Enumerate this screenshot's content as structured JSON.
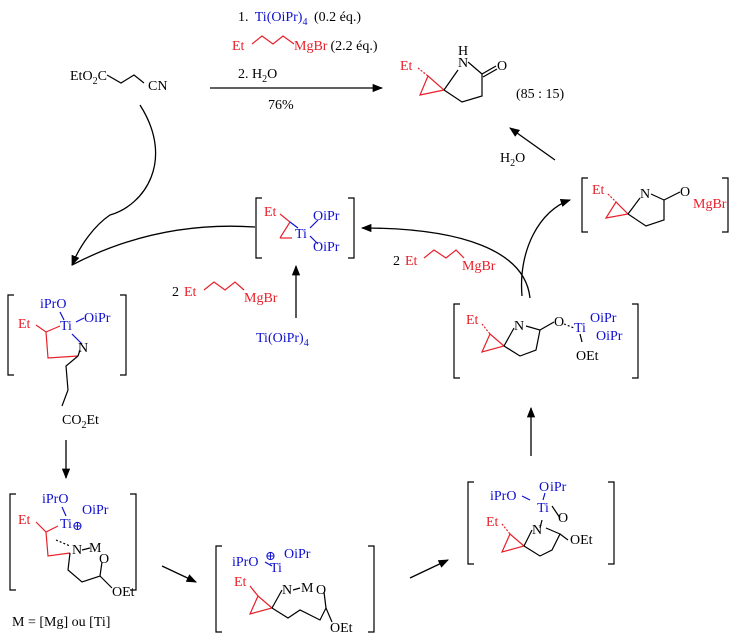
{
  "reagents": {
    "step1_num": "1.",
    "step1_reagent": "Ti(OiPr)",
    "step1_sub": "4",
    "step1_eq": "(0.2 éq.)",
    "step1b_grignard": "Et",
    "step1b_mg": "MgBr",
    "step1b_eq": "(2.2 éq.)",
    "step2": "2. H",
    "step2_sub": "2",
    "step2_o": "O",
    "yield": "76%"
  },
  "start": {
    "label": "EtO",
    "sub": "2",
    "c": "C",
    "cn": "CN"
  },
  "product": {
    "et": "Et",
    "n": "N",
    "h": "H",
    "o": "O",
    "ratio": "(85 : 15)"
  },
  "hydrolysis": {
    "h": "H",
    "sub": "2",
    "o": "O"
  },
  "titanacycle": {
    "et": "Et",
    "ti": "Ti",
    "o1": "OiPr",
    "o2": "OiPr"
  },
  "grignard_left": {
    "two": "2",
    "et": "Et",
    "mg": "MgBr"
  },
  "grignard_right": {
    "two": "2",
    "et": "Et",
    "mg": "MgBr"
  },
  "ti_reagent": {
    "label": "Ti(OiPr)",
    "sub": "4"
  },
  "imine_ti": {
    "ipro": "iPrO",
    "ti": "Ti",
    "oipr": "OiPr",
    "et": "Et",
    "n": "N",
    "ester": "CO",
    "sub": "2",
    "et2": "Et"
  },
  "complex_m": {
    "ipro": "iPrO",
    "oipr": "OiPr",
    "ti": "Ti",
    "plus": "⊕",
    "n": "N",
    "m": "M",
    "et": "Et",
    "o": "O",
    "oet": "OEt"
  },
  "m_def": "M = [Mg] ou [Ti]",
  "spiro_m": {
    "ipro": "iPrO",
    "oipr": "OiPr",
    "ti": "Ti",
    "plus": "⊕",
    "et": "Et",
    "n": "N",
    "m": "M",
    "o": "O",
    "oet": "OEt"
  },
  "tetrahedral": {
    "ipro": "iPrO",
    "o": "O",
    "ipr": "iPr",
    "ti": "Ti",
    "et": "Et",
    "n": "N",
    "o2": "O",
    "oet": "OEt"
  },
  "imidate_ti": {
    "et": "Et",
    "n": "N",
    "o": "O",
    "ti": "Ti",
    "oipr1": "OiPr",
    "oipr2": "OiPr",
    "oet": "OEt"
  },
  "imidate_mg": {
    "et": "Et",
    "n": "N",
    "o": "O",
    "mg": "MgBr"
  },
  "colors": {
    "red": "#e8202a",
    "blue": "#1010d0",
    "black": "#000000"
  }
}
